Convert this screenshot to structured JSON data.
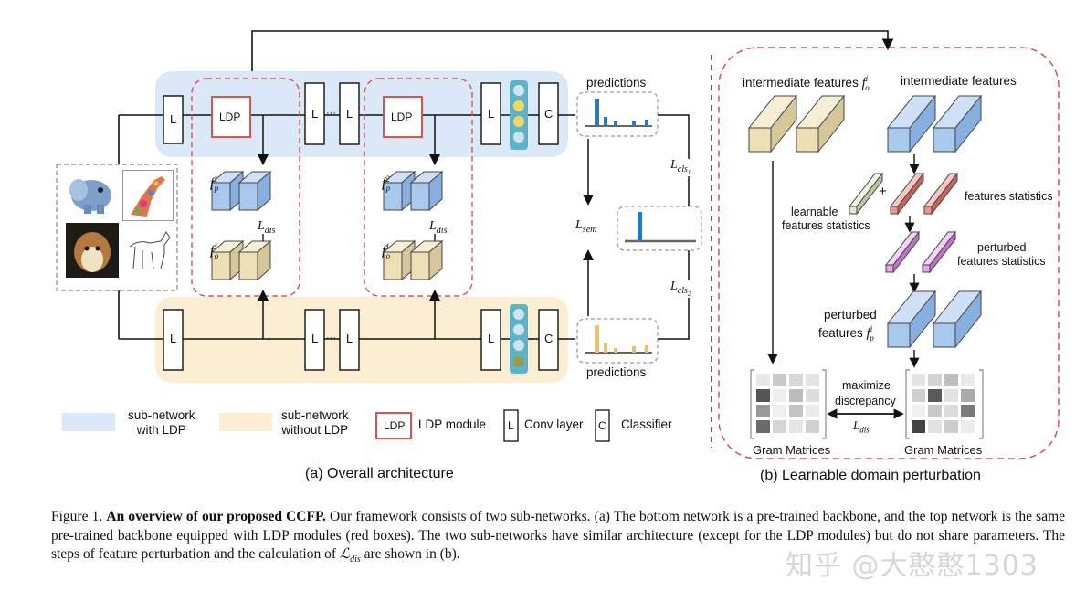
{
  "labels": {
    "L": "L",
    "C": "C",
    "LDP": "LDP",
    "dots": "···",
    "predictions_top": "predictions",
    "predictions_bottom": "predictions",
    "L_dis": "L",
    "dis_sub": "dis",
    "L_sem": "L",
    "sem_sub": "sem",
    "L_cls1": "L",
    "cls1_sub": "cls",
    "cls1_subsub": "1",
    "L_cls2": "L",
    "cls2_sub": "cls",
    "cls2_subsub": "2",
    "f": "f",
    "fp1_sub": "p",
    "fp1_sup": "1",
    "fo1_sub": "o",
    "fo1_sup": "1",
    "fp2_sub": "p",
    "fp2_sup": "2",
    "fo1b_sub": "o",
    "fo1b_sup": "1"
  },
  "legend": {
    "blue": "sub-network\nwith LDP",
    "yellow": "sub-network\nwithout LDP",
    "ldp_box": "LDP",
    "ldp_text": "LDP module",
    "conv_box": "L",
    "conv_text": "Conv layer",
    "cls_box": "C",
    "cls_text": "Classifier"
  },
  "panel_b": {
    "inter_left": "intermediate features",
    "inter_left_f": "f",
    "inter_left_sub": "o",
    "inter_left_sup": "i",
    "inter_right": "intermediate features",
    "learnable": "learnable",
    "learnable2": "features statistics",
    "plus": "+",
    "feat_stats": "features statistics",
    "perturbed_stats1": "perturbed",
    "perturbed_stats2": "features statistics",
    "perturbed_feat1": "perturbed",
    "perturbed_feat2": "features",
    "perturbed_f": "f",
    "perturbed_sub": "p",
    "perturbed_sup": "i",
    "maximize1": "maximize",
    "maximize2": "discrepancy",
    "L": "L",
    "dis_sub": "dis",
    "gram_left": "Gram Matrices",
    "gram_right": "Gram Matrices"
  },
  "captions": {
    "a": "(a) Overall architecture",
    "b": "(b) Learnable domain perturbation"
  },
  "figure_caption": {
    "prefix": "Figure 1.",
    "bold": "An overview of our proposed CCFP.",
    "text": " Our framework consists of two sub-networks. (a) The bottom network is a pre-trained backbone, and the top network is the same pre-trained backbone equipped with LDP modules (red boxes). The two sub-networks have similar architecture (except for the LDP modules) but do not share parameters. The steps of feature perturbation and the calculation of ",
    "math": "ℒ",
    "math_sub": "dis",
    "end": " are shown in (b)."
  },
  "watermark": "知乎 @大憨憨1303",
  "colors": {
    "blue_bg": "#dbe8f7",
    "yellow_bg": "#fbeed2",
    "red": "#d9534f",
    "cube_blue": "#a9c8ee",
    "cube_yellow": "#ecdfb6",
    "cube_red": "#e99590",
    "cube_pink": "#e4a6ea",
    "cube_green": "#dde8d2",
    "bar_blue": "#2478c4",
    "bar_yellow": "#eac262",
    "classifier_teal": "#5eb3c9",
    "dot_yellow": "#f2d765"
  }
}
